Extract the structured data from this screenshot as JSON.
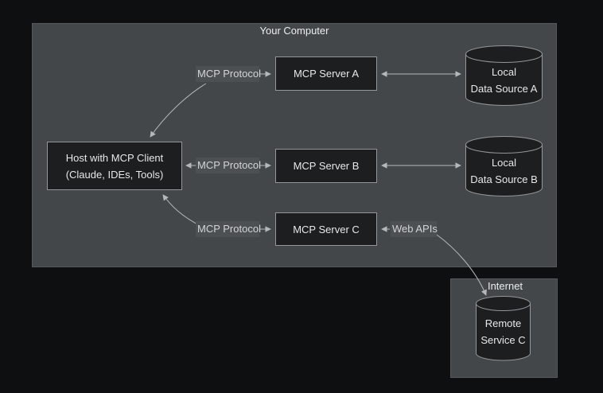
{
  "diagram": {
    "type": "architecture-flowchart",
    "clusters": {
      "your_computer": {
        "title": "Your Computer"
      },
      "internet": {
        "title": "Internet"
      }
    },
    "nodes": {
      "host": {
        "line1": "Host with MCP Client",
        "line2": "(Claude, IDEs, Tools)"
      },
      "server_a": {
        "label": "MCP Server A"
      },
      "server_b": {
        "label": "MCP Server B"
      },
      "server_c": {
        "label": "MCP Server C"
      },
      "local_data_a": {
        "line1": "Local",
        "line2": "Data Source A"
      },
      "local_data_b": {
        "line1": "Local",
        "line2": "Data Source B"
      },
      "remote_service_c": {
        "line1": "Remote",
        "line2": "Service C"
      }
    },
    "edges": {
      "host_server_a": {
        "label": "MCP Protocol"
      },
      "host_server_b": {
        "label": "MCP Protocol"
      },
      "host_server_c": {
        "label": "MCP Protocol"
      },
      "server_c_web": {
        "label": "Web APIs"
      }
    },
    "palette": {
      "background": "#0e0f10",
      "cluster_fill": "#43474a",
      "cluster_border": "#55595c",
      "node_fill": "#1c1e1f",
      "node_border": "#94989a",
      "edge_label_fill": "#4c5053",
      "text": "#e7e9e9",
      "arrow": "#b5b8b9"
    }
  }
}
